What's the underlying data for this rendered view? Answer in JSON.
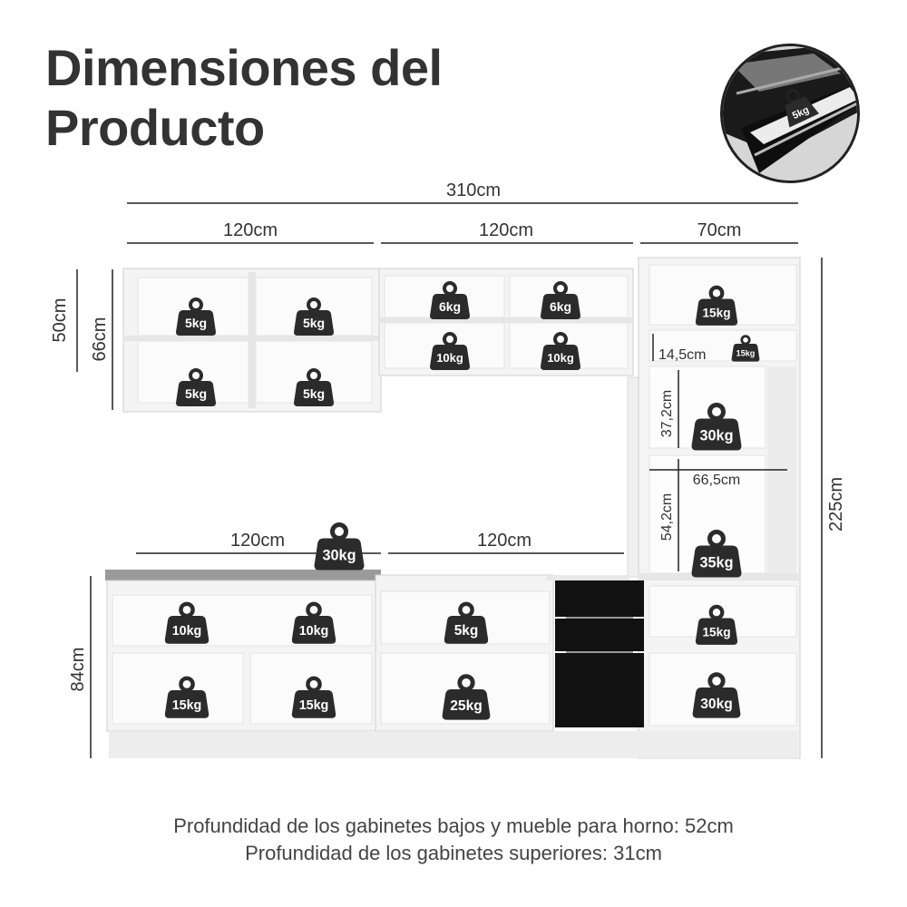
{
  "title": {
    "line1": "Dimensiones del",
    "line2": "Producto"
  },
  "inset": {
    "weight": "5kg"
  },
  "dimensions": {
    "total_width": "310cm",
    "upper_left_width": "120cm",
    "upper_mid_width": "120cm",
    "tower_width": "70cm",
    "upper_height_inner": "50cm",
    "upper_height": "66cm",
    "tower_height": "225cm",
    "lower_left_width": "120cm",
    "lower_mid_width": "120cm",
    "lower_height": "84cm",
    "tower_niche_height": "14,5cm",
    "tower_shelf_height": "37,2cm",
    "tower_inner_width": "66,5cm",
    "tower_oven_height": "54,2cm"
  },
  "weights": {
    "upper_left": [
      "5kg",
      "5kg",
      "5kg",
      "5kg"
    ],
    "upper_mid_top": [
      "6kg",
      "6kg"
    ],
    "upper_mid_bottom": [
      "10kg",
      "10kg"
    ],
    "tower": [
      "15kg",
      "15kg",
      "30kg",
      "35kg",
      "15kg",
      "30kg"
    ],
    "countertop": "30kg",
    "lower_left": [
      "10kg",
      "10kg",
      "15kg",
      "15kg"
    ],
    "lower_mid": [
      "5kg",
      "25kg"
    ]
  },
  "footer": {
    "line1": "Profundidad de los gabinetes bajos y mueble para horno: 52cm",
    "line2": "Profundidad de los gabinetes superiores: 31cm"
  },
  "colors": {
    "text": "#333333",
    "weight_icon": "#2b2b2b",
    "cabinet_white": "#f4f4f4",
    "drawer_black": "#111111",
    "countertop": "#9a9a9a"
  }
}
